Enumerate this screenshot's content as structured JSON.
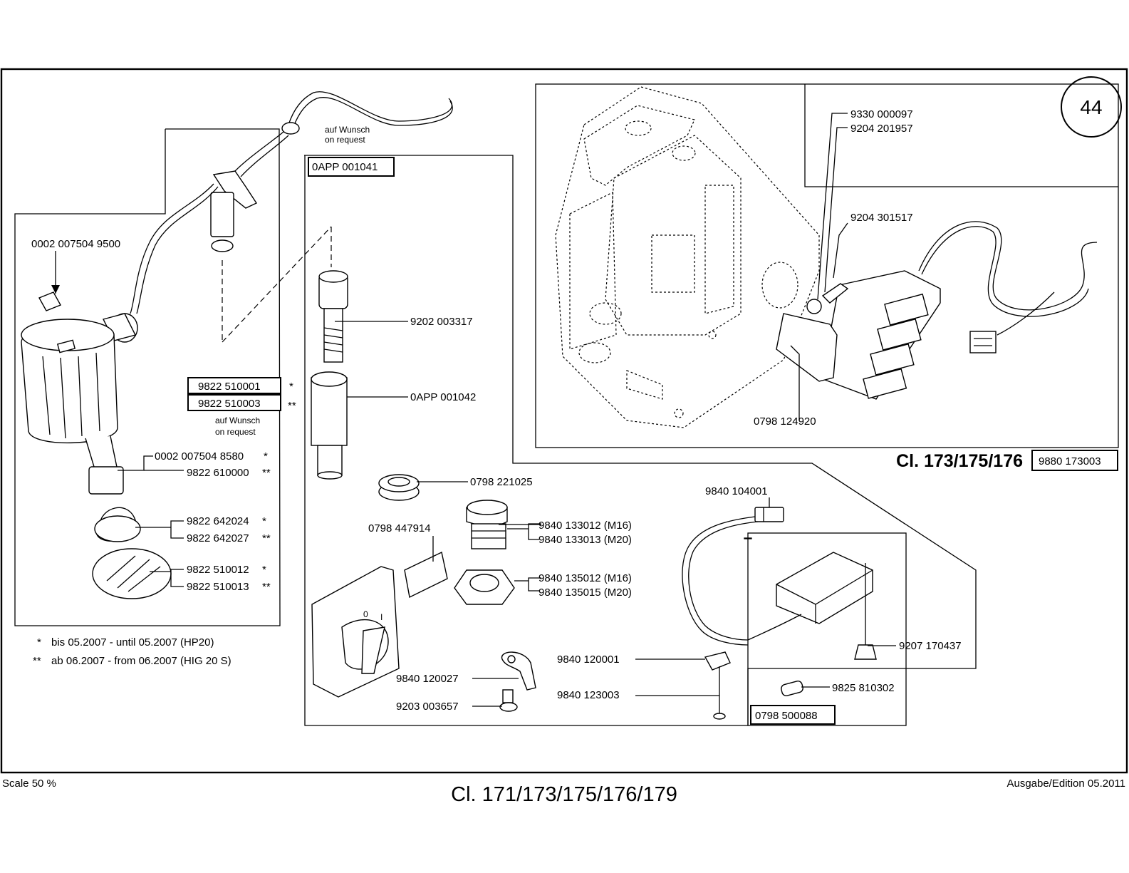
{
  "page_number": "44",
  "footer": {
    "scale": "Scale 50 %",
    "title": "Cl. 171/173/175/176/179",
    "edition": "Ausgabe/Edition 05.2011"
  },
  "inset": {
    "class_label": "Cl. 173/175/176",
    "part_number": "9880 173003"
  },
  "notes": {
    "request_top": [
      "auf Wunsch",
      "on request"
    ],
    "request_mid": [
      "auf Wunsch",
      "on request"
    ],
    "footnote_single": [
      "*",
      "bis 05.2007 - until 05.2007  (HP20)"
    ],
    "footnote_double": [
      "**",
      "ab 06.2007 - from 06.2007  (HIG 20 S)"
    ]
  },
  "boxed_parts": {
    "kit_main": "0APP 001041",
    "cable_a": "9822 510001",
    "cable_b": "9822 510003",
    "sensor_box": "0798 500088"
  },
  "labels": {
    "pn_0002_007504_9500": "0002 007504 9500",
    "pn_0002_007504_8580": "0002 007504 8580",
    "pn_9822_610000": "9822 610000",
    "pn_9822_642024": "9822 642024",
    "pn_9822_642027": "9822 642027",
    "pn_9822_510012": "9822 510012",
    "pn_9822_510013": "9822 510013",
    "pn_9202_003317": "9202 003317",
    "pn_0app_001042": "0APP 001042",
    "pn_0798_221025": "0798 221025",
    "pn_0798_447914": "0798 447914",
    "pn_9840_133012": "9840 133012 (M16)",
    "pn_9840_133013": "9840 133013 (M20)",
    "pn_9840_135012": "9840 135012 (M16)",
    "pn_9840_135015": "9840 135015 (M20)",
    "pn_9840_120027": "9840 120027",
    "pn_9203_003657": "9203 003657",
    "pn_9840_120001": "9840 120001",
    "pn_9840_123003": "9840 123003",
    "pn_9840_104001": "9840 104001",
    "pn_9207_170437": "9207 170437",
    "pn_9825_810302": "9825 810302",
    "pn_9330_000097": "9330 000097",
    "pn_9204_201957": "9204 201957",
    "pn_9204_301517": "9204 301517",
    "pn_0798_124920": "0798 124920"
  },
  "markers": {
    "single": "*",
    "double": "**"
  },
  "switch_marks": {
    "off": "0",
    "on": "I"
  }
}
